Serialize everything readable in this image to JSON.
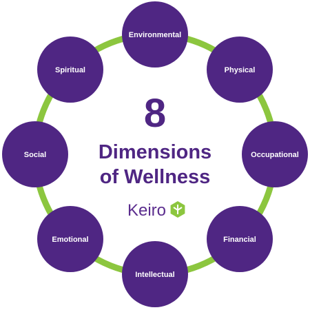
{
  "center": {
    "number": "8",
    "title_line1": "Dimensions",
    "title_line2": "of Wellness"
  },
  "brand": {
    "name": "Keiro",
    "logo_icon": "keiro-hexagon-leaf-icon"
  },
  "dimensions": [
    "Environmental",
    "Physical",
    "Occupational",
    "Financial",
    "Intellectual",
    "Emotional",
    "Social",
    "Spiritual"
  ],
  "colors": {
    "purple": "#4f2683",
    "ring_green": "#8cc63f",
    "brand_text": "#5b2d8e",
    "logo_green": "#8cc63f",
    "node_text": "#ffffff",
    "background": "#ffffff"
  }
}
